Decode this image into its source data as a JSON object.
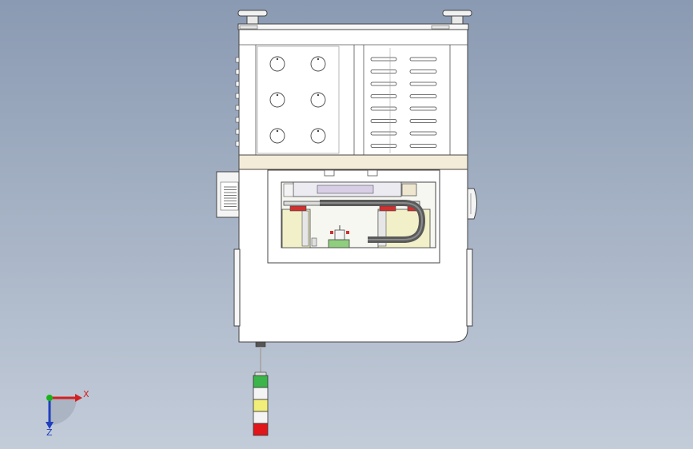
{
  "viewport": {
    "background_top": "#8a9ab2",
    "background_bottom": "#c3ccd9"
  },
  "model": {
    "stroke_color": "#3a3a3a",
    "body_fill": "#ffffff",
    "band_fill": "#f3ecd9",
    "rail_fill": "#f2f0c8",
    "accent_red": "#d32f2f",
    "accent_green": "#8fce7e",
    "cable_color": "#5a5a5a",
    "signal_tower": {
      "segments": [
        "green",
        "white",
        "yellow",
        "white",
        "red"
      ],
      "colors": {
        "green": "#3bb54a",
        "white": "#f4f4f4",
        "yellow": "#f2ee7a",
        "red": "#e0161b"
      }
    }
  },
  "triad": {
    "x_label": "X",
    "z_label": "Z",
    "x_color": "#d42020",
    "y_color": "#19b319",
    "z_color": "#1f3fbf"
  }
}
